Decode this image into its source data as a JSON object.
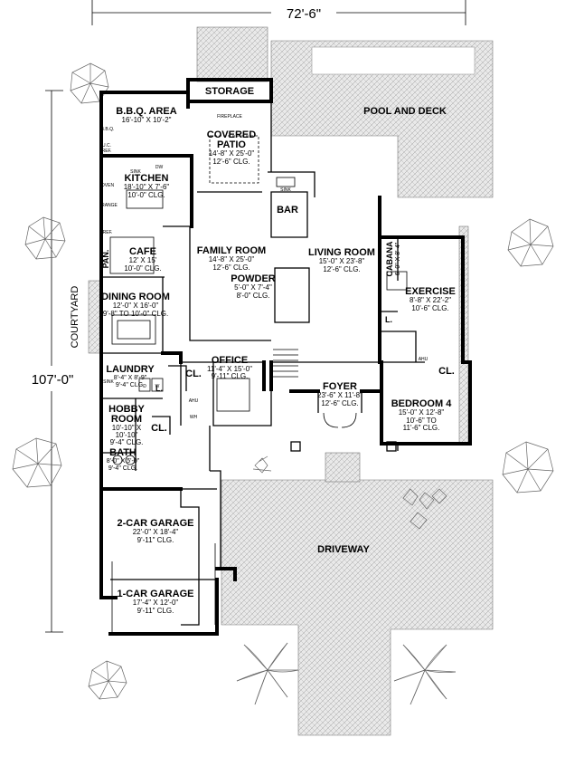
{
  "overall": {
    "width": "72'-6\"",
    "depth": "107'-0\""
  },
  "rooms": {
    "storage": {
      "name": "STORAGE"
    },
    "bbq": {
      "name": "B.B.Q. AREA",
      "dims": "16'-10\" X 10'-2\""
    },
    "patio": {
      "name": "COVERED\nPATIO",
      "dims": "14'-8\" X 25'-0\"",
      "clg": "12'-6\" CLG."
    },
    "pool": {
      "name": "POOL AND DECK"
    },
    "kitchen": {
      "name": "KITCHEN",
      "dims": "18'-10\" X 7'-6\"",
      "clg": "10'-0\" CLG."
    },
    "bar": {
      "name": "BAR"
    },
    "cafe": {
      "name": "CAFE",
      "dims": "12' X 15'",
      "clg": "10'-0\" CLG."
    },
    "family": {
      "name": "FAMILY ROOM",
      "dims": "14'-8\" X 25'-0\"",
      "clg": "12'-6\" CLG."
    },
    "living": {
      "name": "LIVING ROOM",
      "dims": "15'-0\" X 23'-8\"",
      "clg": "12'-6\" CLG."
    },
    "powder": {
      "name": "POWDER",
      "dims": "5'-0\" X 7'-4\"",
      "clg": "8'-0\" CLG."
    },
    "cabana": {
      "name": "CABANA",
      "dims": "6'-0\" X 8'-4\""
    },
    "exercise": {
      "name": "EXERCISE",
      "dims": "8'-8\" X 22'-2\"",
      "clg": "10'-6\" CLG."
    },
    "dining": {
      "name": "DINING ROOM",
      "dims": "12'-0\" X 16'-0\"",
      "clg": "9'-8\" TO 10'-0\" CLG."
    },
    "courtyard": {
      "name": "COURTYARD"
    },
    "office": {
      "name": "OFFICE",
      "dims": "11'-4\" X 15'-0\"",
      "clg": "9'-11\" CLG."
    },
    "laundry": {
      "name": "LAUNDRY",
      "dims": "8'-4\" X 8'-9\"",
      "clg": "9'-4\" CLG."
    },
    "foyer": {
      "name": "FOYER",
      "dims": "23'-6\" X 11'-8\"",
      "clg": "12'-6\" CLG."
    },
    "bedroom4": {
      "name": "BEDROOM 4",
      "dims": "15'-0\" X 12'-8\"",
      "clg": "10'-6\" TO",
      "clg2": "11'-6\" CLG."
    },
    "hobby": {
      "name": "HOBBY\nROOM",
      "dims": "10'-10\" X",
      "dims2": "10'-10\"",
      "clg": "9'-4\" CLG."
    },
    "bath": {
      "name": "BATH",
      "dims": "8'-0\" X 5'-0\"",
      "clg": "9'-4\" CLG."
    },
    "garage2": {
      "name": "2-CAR GARAGE",
      "dims": "22'-0\" X 18'-4\"",
      "clg": "9'-11\" CLG."
    },
    "garage1": {
      "name": "1-CAR GARAGE",
      "dims": "17'-4\" X 12'-0\"",
      "clg": "9'-11\" CLG."
    },
    "driveway": {
      "name": "DRIVEWAY"
    }
  },
  "small_labels": {
    "pan": "PAN.",
    "cl": "CL.",
    "l": "L.",
    "ahu": "AHU",
    "wh": "WH",
    "fireplace": "FIREPLACE",
    "sink": "SINK",
    "dw": "DW",
    "oven": "OVEN",
    "range": "RANGE",
    "ref": "REF.",
    "bbq": "B.B.Q.",
    "uc_ref": "U.C.\nREF.",
    "d": "D",
    "w": "W"
  }
}
